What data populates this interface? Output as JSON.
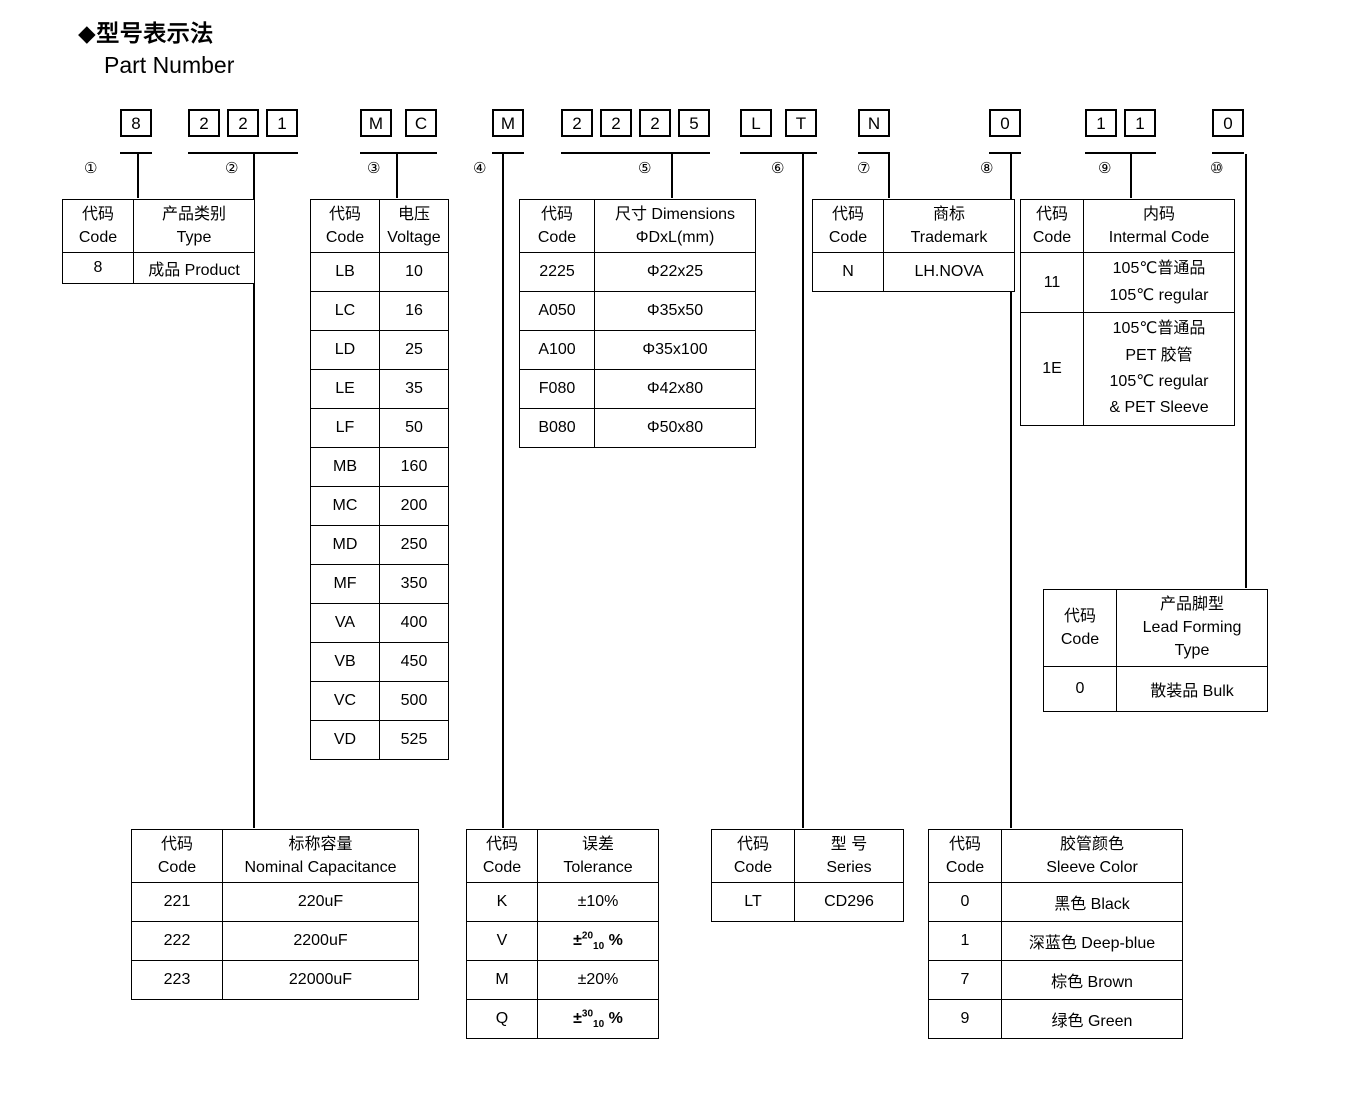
{
  "heading": {
    "diamond": "◆",
    "title_cn": "型号表示法",
    "title_en": "Part Number"
  },
  "part_number": {
    "groups": [
      {
        "index": "①",
        "chars": [
          "8"
        ]
      },
      {
        "index": "②",
        "chars": [
          "2",
          "2",
          "1"
        ]
      },
      {
        "index": "③",
        "chars": [
          "M",
          "C"
        ]
      },
      {
        "index": "④",
        "chars": [
          "M"
        ]
      },
      {
        "index": "⑤",
        "chars": [
          "2",
          "2",
          "2",
          "5"
        ]
      },
      {
        "index": "⑥",
        "chars": [
          "L",
          "T"
        ]
      },
      {
        "index": "⑦",
        "chars": [
          "N"
        ]
      },
      {
        "index": "⑧",
        "chars": [
          "0"
        ]
      },
      {
        "index": "⑨",
        "chars": [
          "1",
          "1"
        ]
      },
      {
        "index": "⑩",
        "chars": [
          "0"
        ]
      }
    ]
  },
  "labels": {
    "code_cn": "代码",
    "code_en": "Code"
  },
  "tables": {
    "type": {
      "header_cn": "产品类别",
      "header_en": "Type",
      "rows": [
        {
          "code": "8",
          "value": "成品 Product"
        }
      ]
    },
    "voltage": {
      "header_cn": "电压",
      "header_en": "Voltage",
      "rows": [
        {
          "code": "LB",
          "value": "10"
        },
        {
          "code": "LC",
          "value": "16"
        },
        {
          "code": "LD",
          "value": "25"
        },
        {
          "code": "LE",
          "value": "35"
        },
        {
          "code": "LF",
          "value": "50"
        },
        {
          "code": "MB",
          "value": "160"
        },
        {
          "code": "MC",
          "value": "200"
        },
        {
          "code": "MD",
          "value": "250"
        },
        {
          "code": "MF",
          "value": "350"
        },
        {
          "code": "VA",
          "value": "400"
        },
        {
          "code": "VB",
          "value": "450"
        },
        {
          "code": "VC",
          "value": "500"
        },
        {
          "code": "VD",
          "value": "525"
        }
      ]
    },
    "dimensions": {
      "header_cn": "尺寸 Dimensions",
      "header_en": "ΦDxL(mm)",
      "rows": [
        {
          "code": "2225",
          "value": "Φ22x25"
        },
        {
          "code": "A050",
          "value": "Φ35x50"
        },
        {
          "code": "A100",
          "value": "Φ35x100"
        },
        {
          "code": "F080",
          "value": "Φ42x80"
        },
        {
          "code": "B080",
          "value": "Φ50x80"
        }
      ]
    },
    "trademark": {
      "header_cn": "商标",
      "header_en": "Trademark",
      "rows": [
        {
          "code": "N",
          "value": "LH.NOVA"
        }
      ]
    },
    "internal_code": {
      "header_cn": "内码",
      "header_en": "Intermal Code",
      "rows": [
        {
          "code": "11",
          "lines": [
            "105℃普通品",
            "105℃  regular"
          ]
        },
        {
          "code": "1E",
          "lines": [
            "105℃普通品",
            "PET 胶管",
            "105℃  regular",
            "& PET Sleeve"
          ]
        }
      ]
    },
    "lead_forming": {
      "header_cn": "产品脚型",
      "header_en": "Lead Forming",
      "header_en2": "Type",
      "rows": [
        {
          "code": "0",
          "value": "散装品 Bulk"
        }
      ]
    },
    "capacitance": {
      "header_cn": "标称容量",
      "header_en": "Nominal Capacitance",
      "rows": [
        {
          "code": "221",
          "value": "220uF"
        },
        {
          "code": "222",
          "value": "2200uF"
        },
        {
          "code": "223",
          "value": "22000uF"
        }
      ]
    },
    "tolerance": {
      "header_cn": "误差",
      "header_en": "Tolerance",
      "rows": [
        {
          "code": "K",
          "value": "±10%",
          "sup": "",
          "sub": "",
          "suffix": ""
        },
        {
          "code": "V",
          "value": "",
          "sup": "20",
          "sub": "10",
          "prefix": "±",
          "suffix": "%"
        },
        {
          "code": "M",
          "value": "±20%",
          "sup": "",
          "sub": "",
          "suffix": ""
        },
        {
          "code": "Q",
          "value": "",
          "sup": "30",
          "sub": "10",
          "prefix": "±",
          "suffix": "%"
        }
      ]
    },
    "series": {
      "header_cn": "型 号",
      "header_en": "Series",
      "rows": [
        {
          "code": "LT",
          "value": "CD296"
        }
      ]
    },
    "sleeve_color": {
      "header_cn": "胶管颜色",
      "header_en": "Sleeve Color",
      "rows": [
        {
          "code": "0",
          "value": "黑色 Black"
        },
        {
          "code": "1",
          "value": "深蓝色 Deep-blue"
        },
        {
          "code": "7",
          "value": "棕色 Brown"
        },
        {
          "code": "9",
          "value": "绿色 Green"
        }
      ]
    }
  }
}
